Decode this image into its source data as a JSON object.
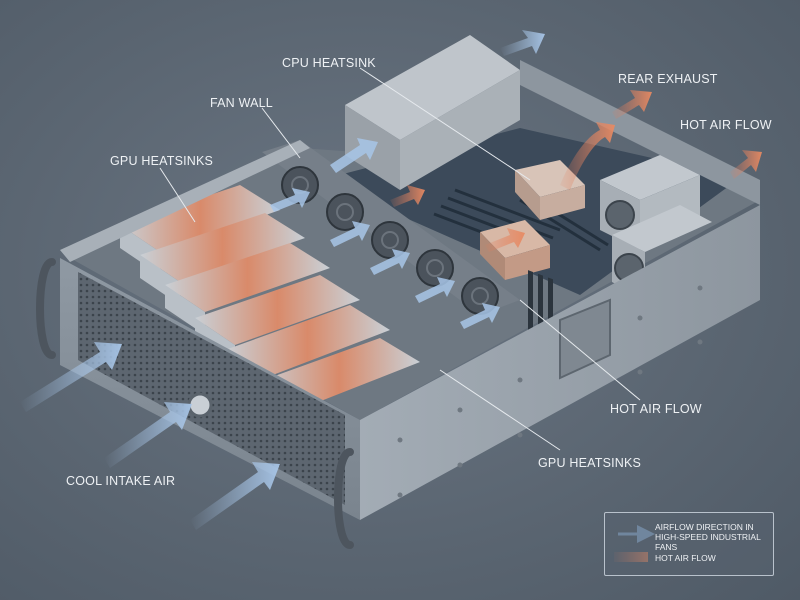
{
  "labels": {
    "cpu_heatsink": "CPU HEATSINK",
    "rear_exhaust": "REAR EXHAUST",
    "hot_air_flow_top": "HOT AIR FLOW",
    "fan_wall": "FAN WALL",
    "gpu_heatsinks_left": "GPU HEATSINKS",
    "hot_air_flow_mid": "HOT AIR FLOW",
    "gpu_heatsinks_bottom": "GPU HEATSINKS",
    "cool_intake_air": "COOL INTAKE AIR"
  },
  "legend": {
    "airflow_line1": "AIRFLOW DIRECTION IN",
    "airflow_line2": "HIGH-SPEED INDUSTRIAL FANS",
    "hot_air": "HOT AIR FLOW"
  },
  "colors": {
    "background": "#5b6774",
    "chassis": "#9aa3ac",
    "cool_air": "#a8c6e8",
    "hot_air": "#e07b5a",
    "label_text": "#eef1f4"
  },
  "icons": {
    "cool_arrow": "cool-airflow-arrow-icon",
    "hot_arrow": "hot-airflow-arrow-icon",
    "fan": "fan-icon"
  }
}
